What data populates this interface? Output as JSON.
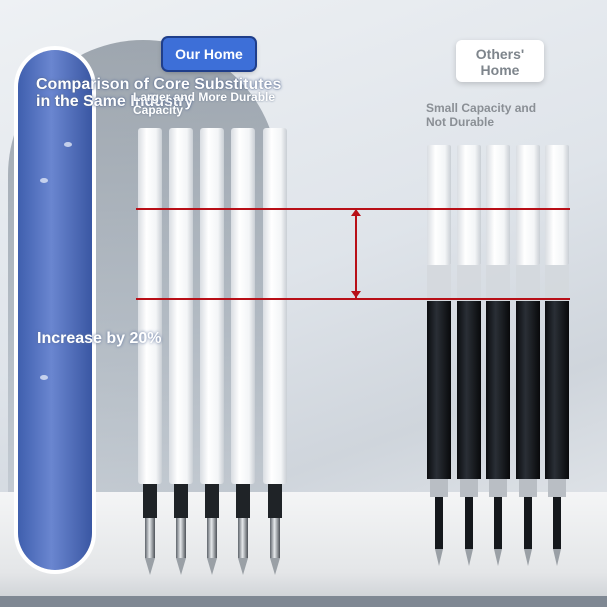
{
  "image": {
    "title_line1": "Comparison of Core Substitutes",
    "title_line2": "in the Same Industry",
    "increase_text": "Increase by 20%",
    "our_badge_text": "Our Home",
    "our_caption_line1": "Larger and More Durable",
    "our_caption_line2": "Capacity",
    "others_badge_line1": "Others'",
    "others_badge_line2": "Home",
    "others_caption_line1": "Small Capacity and",
    "others_caption_line2": "Not Durable",
    "colors": {
      "accent_blue": "#3d6fd8",
      "marker_red": "#b80f17",
      "refill_white": "#fbfcfd",
      "ink_black": "#15181c"
    },
    "icons": [
      "double-headed-arrow-icon"
    ]
  }
}
